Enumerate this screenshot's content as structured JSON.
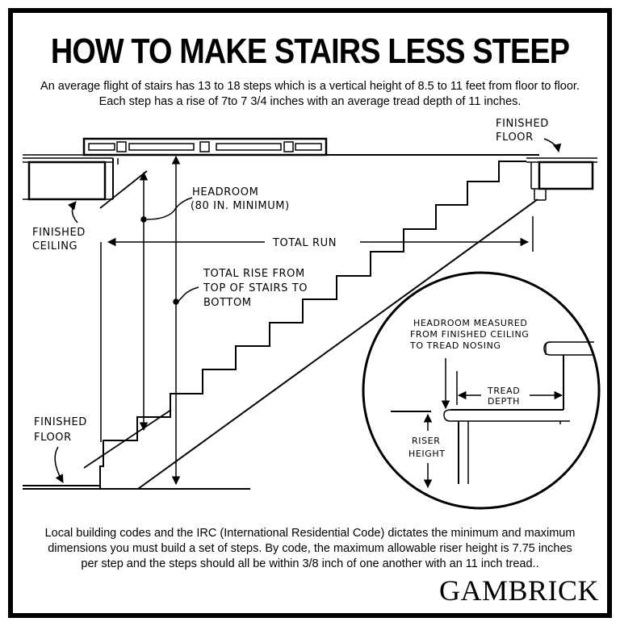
{
  "title": "HOW TO MAKE STAIRS LESS STEEP",
  "intro": [
    "An average flight of stairs has 13 to 18 steps which is a vertical height of 8.5 to 11 feet from floor to floor.",
    "Each step has a rise of 7to 7 3/4 inches with an average tread depth of 11 inches."
  ],
  "labels": {
    "finished_floor_top": [
      "FINISHED",
      "FLOOR"
    ],
    "headroom": [
      "HEADROOM",
      "(80 IN. MINIMUM)"
    ],
    "finished_ceiling": [
      "FINISHED",
      "CEILING"
    ],
    "total_run": "TOTAL RUN",
    "total_rise": [
      "TOTAL RISE FROM",
      "TOP OF STAIRS TO",
      "BOTTOM"
    ],
    "headroom_measured": [
      "HEADROOM MEASURED",
      "FROM FINISHED CEILING",
      "TO TREAD NOSING"
    ],
    "tread_depth": [
      "TREAD",
      "DEPTH"
    ],
    "riser_height": [
      "RISER",
      "HEIGHT"
    ],
    "finished_floor_bottom": [
      "FINISHED",
      "FLOOR"
    ]
  },
  "footer": [
    "Local building codes and the IRC (International Residential Code) dictates the minimum and maximum",
    "dimensions you must build a set of steps. By code, the maximum allowable riser height is 7.75 inches",
    "per step and the steps should all be within 3/8 inch of one another with an 11 inch tread.."
  ],
  "brand": "GAMBRICK"
}
